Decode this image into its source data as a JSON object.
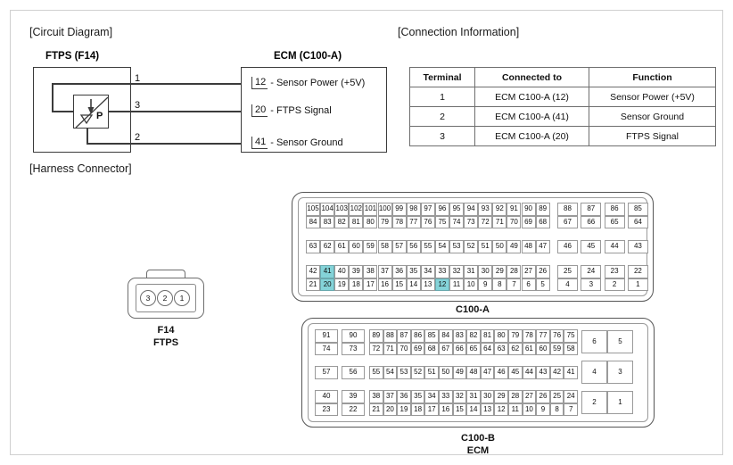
{
  "sections": {
    "circuit_diagram_title": "[Circuit Diagram]",
    "connection_info_title": "[Connection Information]",
    "harness_connector_title": "[Harness Connector]"
  },
  "circuit": {
    "left_block_title": "FTPS (F14)",
    "right_block_title": "ECM (C100-A)",
    "sensor_symbol_label": "P",
    "left_pins": [
      "1",
      "3",
      "2"
    ],
    "ecm_pins": [
      {
        "number": "12",
        "label": "- Sensor Power (+5V)"
      },
      {
        "number": "20",
        "label": "- FTPS Signal"
      },
      {
        "number": "41",
        "label": "- Sensor Ground"
      }
    ]
  },
  "connection_table": {
    "headers": [
      "Terminal",
      "Connected to",
      "Function"
    ],
    "rows": [
      [
        "1",
        "ECM C100-A (12)",
        "Sensor Power (+5V)"
      ],
      [
        "2",
        "ECM C100-A (41)",
        "Sensor Ground"
      ],
      [
        "3",
        "ECM C100-A (20)",
        "FTPS Signal"
      ]
    ]
  },
  "f14_connector": {
    "pins": [
      "3",
      "2",
      "1"
    ],
    "label_line1": "F14",
    "label_line2": "FTPS"
  },
  "c100a": {
    "caption": "C100-A",
    "highlighted": [
      "41",
      "20",
      "12"
    ],
    "left_rows": [
      [
        "105",
        "104",
        "103",
        "102",
        "101",
        "100",
        "99",
        "98",
        "97",
        "96",
        "95",
        "94",
        "93",
        "92",
        "91",
        "90",
        "89"
      ],
      [
        "84",
        "83",
        "82",
        "81",
        "80",
        "79",
        "78",
        "77",
        "76",
        "75",
        "74",
        "73",
        "72",
        "71",
        "70",
        "69",
        "68"
      ],
      [
        "63",
        "62",
        "61",
        "60",
        "59",
        "58",
        "57",
        "56",
        "55",
        "54",
        "53",
        "52",
        "51",
        "50",
        "49",
        "48",
        "47"
      ],
      [
        "42",
        "41",
        "40",
        "39",
        "38",
        "37",
        "36",
        "35",
        "34",
        "33",
        "32",
        "31",
        "30",
        "29",
        "28",
        "27",
        "26"
      ],
      [
        "21",
        "20",
        "19",
        "18",
        "17",
        "16",
        "15",
        "14",
        "13",
        "12",
        "11",
        "10",
        "9",
        "8",
        "7",
        "6",
        "5"
      ]
    ],
    "right_rows": [
      [
        "88",
        "87",
        "86",
        "85"
      ],
      [
        "67",
        "66",
        "65",
        "64"
      ],
      [
        "46",
        "45",
        "44",
        "43"
      ],
      [
        "25",
        "24",
        "23",
        "22"
      ],
      [
        "4",
        "3",
        "2",
        "1"
      ]
    ]
  },
  "c100b": {
    "caption_line1": "C100-B",
    "caption_line2": "ECM",
    "wide_left_rows": [
      [
        "91",
        "90"
      ],
      [
        "74",
        "73"
      ],
      [
        "57",
        "56"
      ],
      [
        "40",
        "39"
      ],
      [
        "23",
        "22"
      ]
    ],
    "narrow_rows": [
      [
        "89",
        "88",
        "87",
        "86",
        "85",
        "84",
        "83",
        "82",
        "81",
        "80",
        "79",
        "78",
        "77",
        "76",
        "75"
      ],
      [
        "72",
        "71",
        "70",
        "69",
        "68",
        "67",
        "66",
        "65",
        "64",
        "63",
        "62",
        "61",
        "60",
        "59",
        "58"
      ],
      [
        "55",
        "54",
        "53",
        "52",
        "51",
        "50",
        "49",
        "48",
        "47",
        "46",
        "45",
        "44",
        "43",
        "42",
        "41"
      ],
      [
        "38",
        "37",
        "36",
        "35",
        "34",
        "33",
        "32",
        "31",
        "30",
        "29",
        "28",
        "27",
        "26",
        "25",
        "24"
      ],
      [
        "21",
        "20",
        "19",
        "18",
        "17",
        "16",
        "15",
        "14",
        "13",
        "12",
        "11",
        "10",
        "9",
        "8",
        "7"
      ]
    ],
    "right_rows": [
      [
        "6",
        "5"
      ],
      [
        "4",
        "3"
      ],
      [
        "2",
        "1"
      ]
    ]
  },
  "colors": {
    "highlight": "#84d3d8",
    "line": "#3b3b3b",
    "cell_border": "#9a9a9a"
  }
}
